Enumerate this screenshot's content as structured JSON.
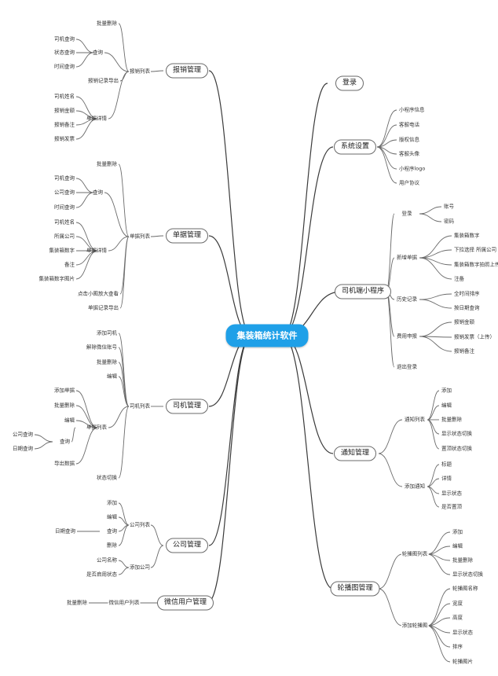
{
  "root": "集装箱统计软件",
  "colors": {
    "root": "#1fa0e8",
    "line": "#6b6b6b"
  },
  "branches": [
    {
      "label": "报销管理",
      "children": [
        {
          "label": "报销列表",
          "children": [
            {
              "label": "批量删除"
            },
            {
              "label": "查询",
              "children": [
                {
                  "label": "司机查询"
                },
                {
                  "label": "状态查询"
                },
                {
                  "label": "时间查询"
                }
              ]
            },
            {
              "label": "报销记录导出"
            },
            {
              "label": "单据详情",
              "children": [
                {
                  "label": "司机姓名"
                },
                {
                  "label": "报销金额"
                },
                {
                  "label": "报销备注"
                },
                {
                  "label": "报销发票"
                }
              ]
            }
          ]
        }
      ]
    },
    {
      "label": "单据管理",
      "children": [
        {
          "label": "单据列表",
          "children": [
            {
              "label": "批量删除"
            },
            {
              "label": "查询",
              "children": [
                {
                  "label": "司机查询"
                },
                {
                  "label": "公司查询"
                },
                {
                  "label": "时间查询"
                }
              ]
            },
            {
              "label": "单据详情",
              "children": [
                {
                  "label": "司机姓名"
                },
                {
                  "label": "所属公司"
                },
                {
                  "label": "集装箱数字"
                },
                {
                  "label": "备注"
                },
                {
                  "label": "集装箱数字图片"
                }
              ]
            },
            {
              "label": "点击小图放大查看"
            },
            {
              "label": "单据记录导出"
            }
          ]
        }
      ]
    },
    {
      "label": "司机管理",
      "children": [
        {
          "label": "司机列表",
          "children": [
            {
              "label": "添加司机"
            },
            {
              "label": "解除微信账号"
            },
            {
              "label": "批量删除"
            },
            {
              "label": "编辑"
            },
            {
              "label": "单据列表",
              "children": [
                {
                  "label": "添加单据"
                },
                {
                  "label": "批量删除"
                },
                {
                  "label": "编辑"
                },
                {
                  "label": "查询",
                  "children": [
                    {
                      "label": "公司查询"
                    },
                    {
                      "label": "日期查询"
                    }
                  ]
                },
                {
                  "label": "导出数据"
                }
              ]
            },
            {
              "label": "状态切换"
            }
          ]
        }
      ]
    },
    {
      "label": "公司管理",
      "children": [
        {
          "label": "公司列表",
          "children": [
            {
              "label": "添加"
            },
            {
              "label": "编辑"
            },
            {
              "label": "查询",
              "children": [
                {
                  "label": "日期查询"
                }
              ]
            },
            {
              "label": "删除"
            }
          ]
        },
        {
          "label": "添加公司",
          "children": [
            {
              "label": "公司名称"
            },
            {
              "label": "是否启用状态"
            }
          ]
        }
      ]
    },
    {
      "label": "微信用户管理",
      "children": [
        {
          "label": "微信用户列表",
          "children": [
            {
              "label": "批量删除"
            }
          ]
        }
      ]
    },
    {
      "label": "登录"
    },
    {
      "label": "系统设置",
      "children": [
        {
          "label": "小程序信息"
        },
        {
          "label": "客服电话"
        },
        {
          "label": "版权信息"
        },
        {
          "label": "客服头像"
        },
        {
          "label": "小程序logo"
        },
        {
          "label": "用户协议"
        }
      ]
    },
    {
      "label": "司机端小程序",
      "children": [
        {
          "label": "登录",
          "children": [
            {
              "label": "账号"
            },
            {
              "label": "密码"
            }
          ]
        },
        {
          "label": "新增单据",
          "children": [
            {
              "label": "集装箱数字"
            },
            {
              "label": "下拉选择 所属公司"
            },
            {
              "label": "集装箱数字拍照上传"
            },
            {
              "label": "注备"
            }
          ]
        },
        {
          "label": "历史记录",
          "children": [
            {
              "label": "全时间排序"
            },
            {
              "label": "按日期查询"
            }
          ]
        },
        {
          "label": "费用申报",
          "children": [
            {
              "label": "报销金额"
            },
            {
              "label": "报销发票（上传）"
            },
            {
              "label": "报销备注"
            }
          ]
        },
        {
          "label": "退出登录"
        }
      ]
    },
    {
      "label": "通知管理",
      "children": [
        {
          "label": "通知列表",
          "children": [
            {
              "label": "添加"
            },
            {
              "label": "编辑"
            },
            {
              "label": "批量删除"
            },
            {
              "label": "显示状态切换"
            },
            {
              "label": "置顶状态切换"
            }
          ]
        },
        {
          "label": "添加通知",
          "children": [
            {
              "label": "标题"
            },
            {
              "label": "详情"
            },
            {
              "label": "显示状态"
            },
            {
              "label": "是否置顶"
            }
          ]
        }
      ]
    },
    {
      "label": "轮播图管理",
      "children": [
        {
          "label": "轮播图列表",
          "children": [
            {
              "label": "添加"
            },
            {
              "label": "编辑"
            },
            {
              "label": "批量删除"
            },
            {
              "label": "显示状态切换"
            }
          ]
        },
        {
          "label": "添加轮播图",
          "children": [
            {
              "label": "轮播图名称"
            },
            {
              "label": "宽度"
            },
            {
              "label": "高度"
            },
            {
              "label": "显示状态"
            },
            {
              "label": "排序"
            },
            {
              "label": "轮播图片"
            }
          ]
        }
      ]
    }
  ]
}
